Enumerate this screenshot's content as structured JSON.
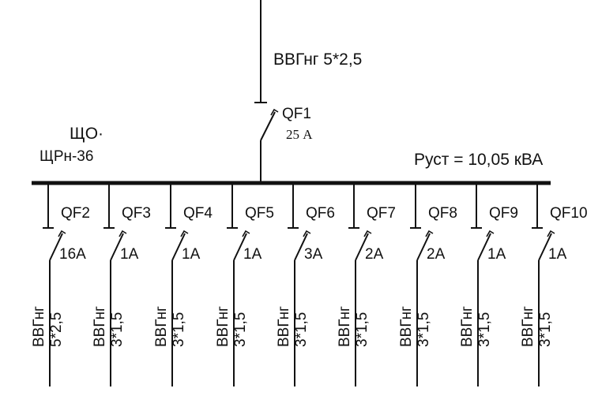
{
  "main_cable": "ВВГнг 5*2,5",
  "main_breaker": {
    "name": "QF1",
    "rating": "25 А"
  },
  "panel": {
    "line1": "ЩО·",
    "line2": "ЩРн-36"
  },
  "power": "Руст = 10,05 кВА",
  "branches": [
    {
      "name": "QF2",
      "rating": "16А",
      "cable": "ВВГнг",
      "section": "5*2,5"
    },
    {
      "name": "QF3",
      "rating": "1А",
      "cable": "ВВГнг",
      "section": "3*1,5"
    },
    {
      "name": "QF4",
      "rating": "1А",
      "cable": "ВВГнг",
      "section": "3*1,5"
    },
    {
      "name": "QF5",
      "rating": "1А",
      "cable": "ВВГнг",
      "section": "3*1,5"
    },
    {
      "name": "QF6",
      "rating": "3А",
      "cable": "ВВГнг",
      "section": "3*1,5"
    },
    {
      "name": "QF7",
      "rating": "2А",
      "cable": "ВВГнг",
      "section": "3*1,5"
    },
    {
      "name": "QF8",
      "rating": "2А",
      "cable": "ВВГнг",
      "section": "3*1,5"
    },
    {
      "name": "QF9",
      "rating": "1А",
      "cable": "ВВГнг",
      "section": "3*1,5"
    },
    {
      "name": "QF10",
      "rating": "1А",
      "cable": "ВВГнг",
      "section": "3*1,5"
    }
  ]
}
